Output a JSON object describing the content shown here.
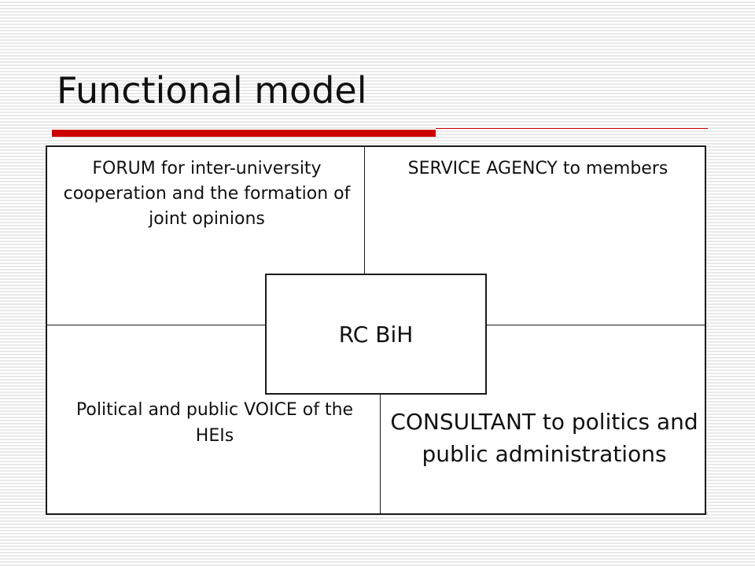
{
  "slide": {
    "title": "Functional model"
  },
  "quadrants": {
    "top_left": "FORUM for inter-university cooperation and the formation of joint opinions",
    "top_right": "SERVICE AGENCY to members",
    "bottom_left": "Political and public VOICE of the HEIs",
    "bottom_right": "CONSULTANT to politics and public administrations"
  },
  "center": {
    "label": "RC BiH"
  },
  "colors": {
    "accent": "#cc0000",
    "border": "#1a1a1a"
  }
}
